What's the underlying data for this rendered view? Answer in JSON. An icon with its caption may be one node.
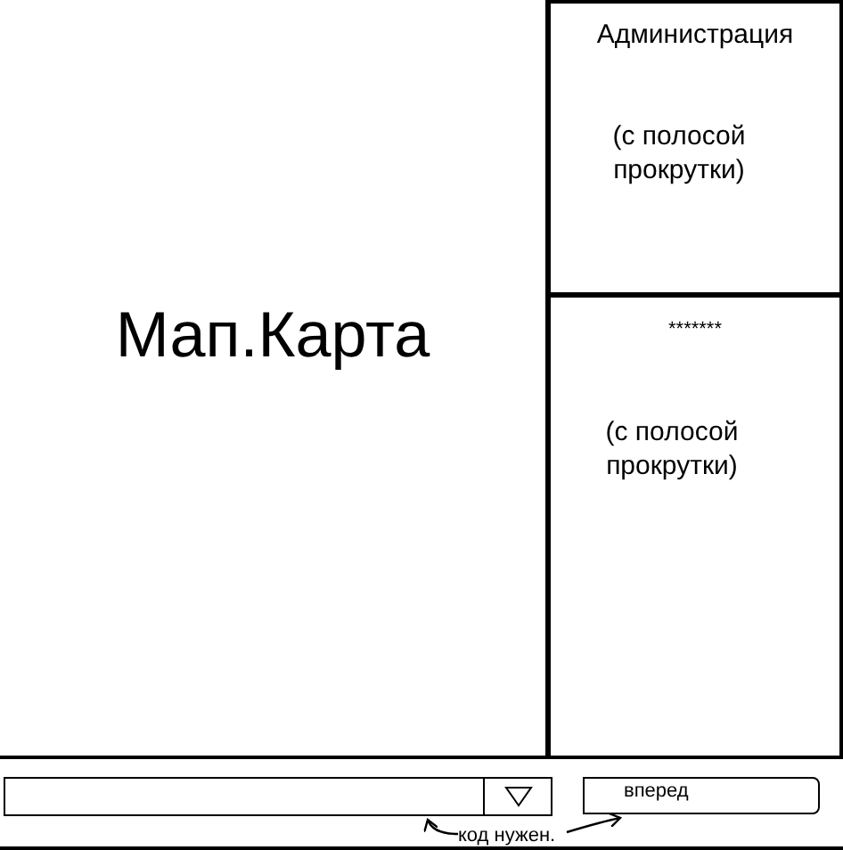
{
  "diagram": {
    "nodes": [
      {
        "text": [
          "Мап.Карта"
        ]
      },
      {
        "text": [
          "Администрация",
          "(с полосой прокрутки)"
        ]
      },
      {
        "text": [
          "*******",
          "(с полосой прокрутки)"
        ]
      },
      {
        "text": [],
        "shape": "box"
      },
      {
        "text": [
          "вперед"
        ]
      },
      {
        "text": [
          "код нужен."
        ]
      }
    ],
    "edges": [
      {
        "from": 5,
        "to": 3,
        "arrow": "to"
      },
      {
        "from": 5,
        "to": 4,
        "arrow": "to"
      }
    ]
  }
}
